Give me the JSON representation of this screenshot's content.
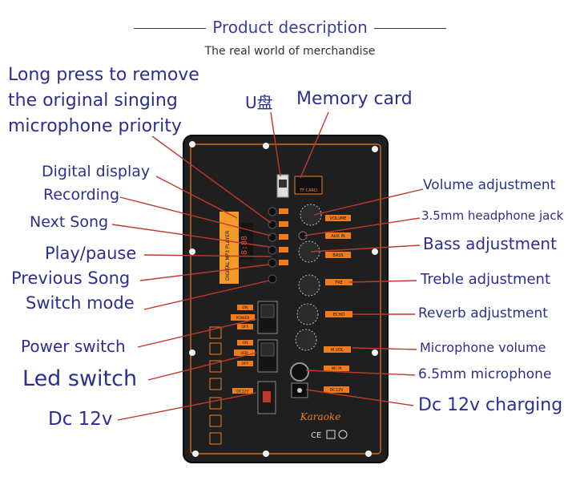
{
  "header": {
    "title": "Product description",
    "subtitle": "The real world of merchandise"
  },
  "labels": {
    "long_press": [
      "Long press to remove",
      "the original singing",
      "microphone priority"
    ],
    "u_disk": "U盘",
    "memory_card": "Memory card",
    "digital_display": "Digital display",
    "recording": "Recording",
    "next_song": "Next Song",
    "play_pause": "Play/pause",
    "previous_song": "Previous Song",
    "switch_mode": "Switch mode",
    "power_switch": "Power switch",
    "led_switch": "Led switch",
    "dc_12v": "Dc 12v",
    "volume_adjustment": "Volume adjustment",
    "headphone_jack": "3.5mm headphone jack",
    "bass_adjustment": "Bass adjustment",
    "treble_adjustment": "Treble adjustment",
    "reverb_adjustment": "Reverb adjustment",
    "microphone_volume": "Microphone volume",
    "mic_6_5mm": "6.5mm microphone",
    "dc_charging": "Dc 12v charging"
  },
  "panel": {
    "tf_card": "TF CARD",
    "volume": "VOLUME",
    "aux_in": "AUX IN",
    "bass": "BASS",
    "tre": "TRE",
    "echo": "ECHO",
    "m_vol": "M.VOL",
    "mic_in": "MIC IN",
    "dc12v": "DC12V",
    "power": "POWER",
    "on": "ON",
    "off": "OFF",
    "led": "LED",
    "brand": "Karaoke",
    "player": "DIGITAL MP3 PLAYER",
    "display": "8:88"
  },
  "colors": {
    "label_text": "#2d2f8f",
    "title_text": "#3a3f9a",
    "leader": "#c0392b",
    "panel_bg": "#1f1f1f",
    "accent": "#f07c1e"
  }
}
